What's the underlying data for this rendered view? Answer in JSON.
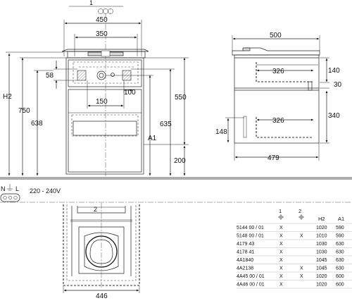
{
  "labels": {
    "callout_1": "1",
    "callout_2": "2",
    "h2": "H2",
    "a1": "A1",
    "voltage": "220 - 240V",
    "plug_n": "N",
    "plug_l": "L"
  },
  "dimensions": {
    "d450": "450",
    "d350": "350",
    "d58": "58",
    "d100": "100",
    "d150": "150",
    "d550": "550",
    "d750": "750",
    "d638": "638",
    "d635": "635",
    "d200": "200",
    "d500": "500",
    "d326a": "326",
    "d140": "140",
    "d30": "30",
    "d340": "340",
    "d148": "148",
    "d326b": "326",
    "d479": "479",
    "d446": "446"
  },
  "table": {
    "headers": [
      "1",
      "2",
      "H2",
      "A1"
    ],
    "rows": [
      {
        "code": "5144 00 / 01",
        "c1": "X",
        "c2": "",
        "h2": "1020",
        "a1": "590"
      },
      {
        "code": "5148 00 / 01",
        "c1": "X",
        "c2": "X",
        "h2": "1010",
        "a1": "590"
      },
      {
        "code": "4179 43",
        "c1": "X",
        "c2": "",
        "h2": "1030",
        "a1": "630"
      },
      {
        "code": "4178 41",
        "c1": "X",
        "c2": "",
        "h2": "1030",
        "a1": "630"
      },
      {
        "code": "4A1840",
        "c1": "X",
        "c2": "",
        "h2": "1045",
        "a1": "630"
      },
      {
        "code": "4A2138",
        "c1": "X",
        "c2": "X",
        "h2": "1045",
        "a1": "630"
      },
      {
        "code": "4A45 00 / 01",
        "c1": "X",
        "c2": "X",
        "h2": "1020",
        "a1": "600"
      },
      {
        "code": "4A46 00 / 01",
        "c1": "X",
        "c2": "",
        "h2": "1020",
        "a1": "600"
      }
    ]
  }
}
